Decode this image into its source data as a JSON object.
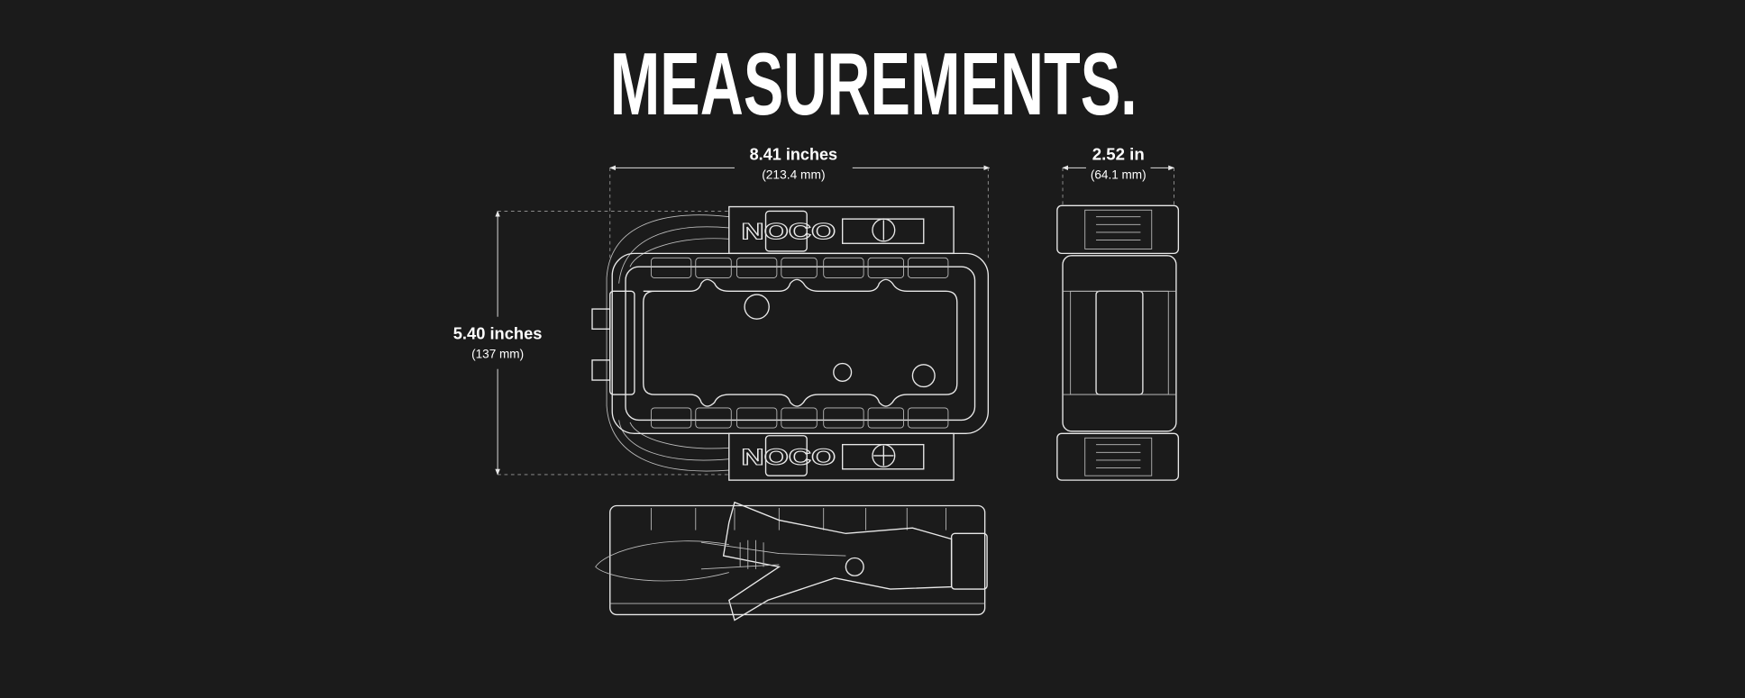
{
  "title": "MEASUREMENTS.",
  "dimensions": {
    "length": {
      "imperial": "8.41 inches",
      "metric": "(213.4 mm)"
    },
    "width": {
      "imperial": "2.52 in",
      "metric": "(64.1 mm)"
    },
    "height": {
      "imperial": "5.40 inches",
      "metric": "(137 mm)"
    }
  },
  "logo_text": "NOCO",
  "colors": {
    "background": "#1b1b1b",
    "lines": "#e8e8e8",
    "text": "#ffffff"
  }
}
